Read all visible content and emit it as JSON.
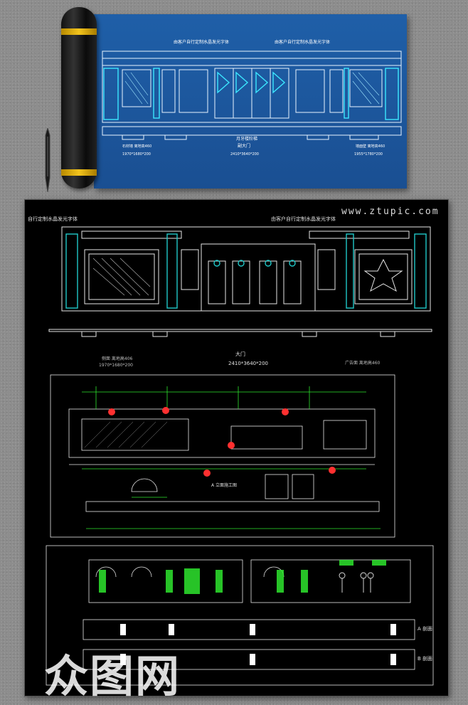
{
  "watermark": {
    "site": "www.ztupic.com",
    "logo_text": "众图网"
  },
  "blueprint": {
    "note_left": "由客户自行定制水晶发光字体",
    "note_right": "由客户自行定制水晶发光字体",
    "door_caption": "月牙楼阶梯",
    "main_label": "副大门",
    "left_material": "石材墙 离地高460",
    "left_dim": "1970*1680*200",
    "center_dim": "2410*3640*200",
    "right_material": "墙面壁 离地高460",
    "right_dim": "1955*1780*200"
  },
  "drawing": {
    "note_left": "自行定制水晶发光字体",
    "note_right": "由客户自行定制水晶发光字体",
    "door_caption": "大门",
    "left_label": "侧面 离地高406",
    "left_dim": "1970*1680*200",
    "center_dim": "2410*3640*200",
    "right_label": "广告面 离地高460",
    "section_caption": "A 立面施工图",
    "view_a": "A 剖面",
    "view_b": "B 剖面"
  },
  "colors": {
    "blueprint": "#1d5aa0",
    "cad_cyan": "#20c8c8",
    "cad_green": "#2ee62e",
    "cad_red": "#ff3030",
    "cad_line": "#e6e6e6"
  }
}
